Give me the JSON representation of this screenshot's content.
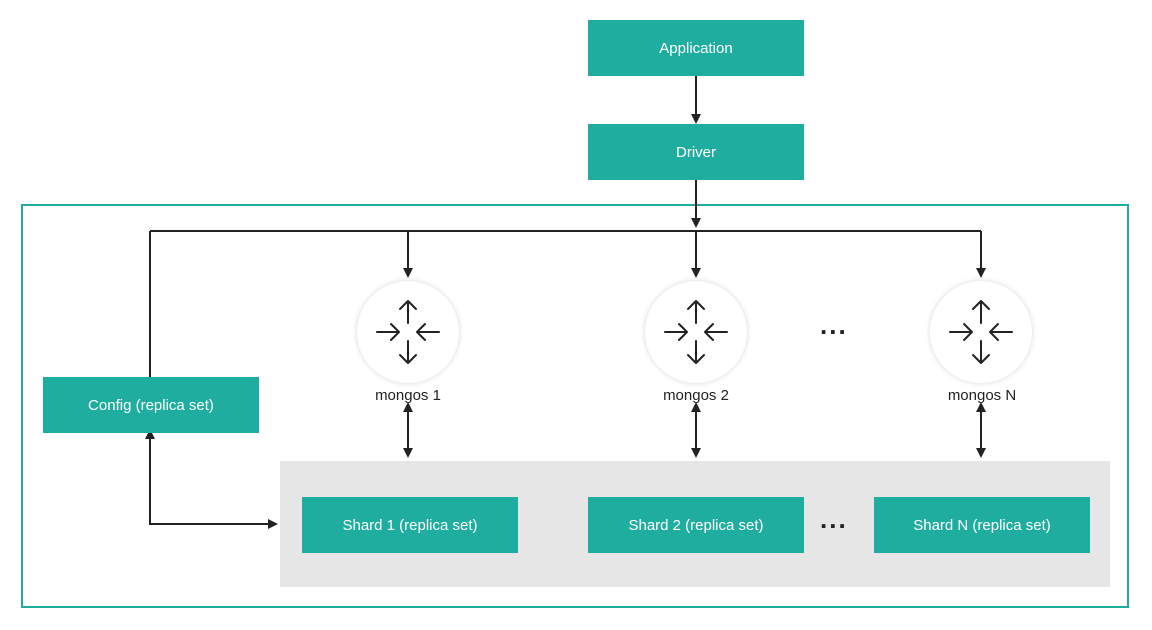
{
  "colors": {
    "teal": "#1fad9f",
    "shard_background": "#e6e6e6",
    "line": "#222222"
  },
  "nodes": {
    "application": "Application",
    "driver": "Driver",
    "config": "Config (replica set)",
    "shard_1": "Shard 1 (replica set)",
    "shard_2": "Shard 2 (replica set)",
    "shard_n": "Shard N (replica set)"
  },
  "routers": [
    {
      "label": "mongos 1",
      "icon": "router-arrows-icon"
    },
    {
      "label": "mongos 2",
      "icon": "router-arrows-icon"
    },
    {
      "label": "mongos N",
      "icon": "router-arrows-icon"
    }
  ],
  "ellipsis": "..."
}
